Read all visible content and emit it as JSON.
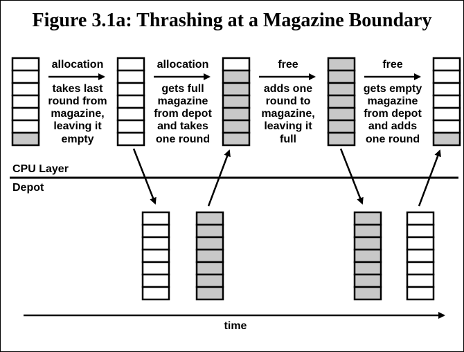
{
  "title": "Figure 3.1a: Thrashing at a Magazine Boundary",
  "layers": {
    "cpu": "CPU Layer",
    "depot": "Depot"
  },
  "time_label": "time",
  "steps": [
    {
      "op": "allocation",
      "lines": [
        "takes last",
        "round from",
        "magazine,",
        "leaving it",
        "empty"
      ]
    },
    {
      "op": "allocation",
      "lines": [
        "gets full",
        "magazine",
        "from depot",
        "and takes",
        "one round"
      ]
    },
    {
      "op": "free",
      "lines": [
        "adds one",
        "round to",
        "magazine,",
        "leaving it",
        "full"
      ]
    },
    {
      "op": "free",
      "lines": [
        "gets empty",
        "magazine",
        "from depot",
        "and adds",
        "one round"
      ]
    }
  ],
  "cpu_magazines": [
    {
      "name": "cpu-magazine-1",
      "filled": [
        false,
        false,
        false,
        false,
        false,
        false,
        true
      ]
    },
    {
      "name": "cpu-magazine-2",
      "filled": [
        false,
        false,
        false,
        false,
        false,
        false,
        false
      ]
    },
    {
      "name": "cpu-magazine-3",
      "filled": [
        false,
        true,
        true,
        true,
        true,
        true,
        true
      ]
    },
    {
      "name": "cpu-magazine-4",
      "filled": [
        true,
        true,
        true,
        true,
        true,
        true,
        true
      ]
    },
    {
      "name": "cpu-magazine-5",
      "filled": [
        false,
        false,
        false,
        false,
        false,
        false,
        true
      ]
    }
  ],
  "depot_magazines": [
    {
      "name": "depot-magazine-1",
      "filled": [
        false,
        false,
        false,
        false,
        false,
        false,
        false
      ]
    },
    {
      "name": "depot-magazine-2",
      "filled": [
        true,
        true,
        true,
        true,
        true,
        true,
        true
      ]
    },
    {
      "name": "depot-magazine-3",
      "filled": [
        true,
        true,
        true,
        true,
        true,
        true,
        true
      ]
    },
    {
      "name": "depot-magazine-4",
      "filled": [
        false,
        false,
        false,
        false,
        false,
        false,
        false
      ]
    }
  ],
  "colors": {
    "filled": "#c8c8c8",
    "empty": "#ffffff",
    "ink": "#000000"
  }
}
